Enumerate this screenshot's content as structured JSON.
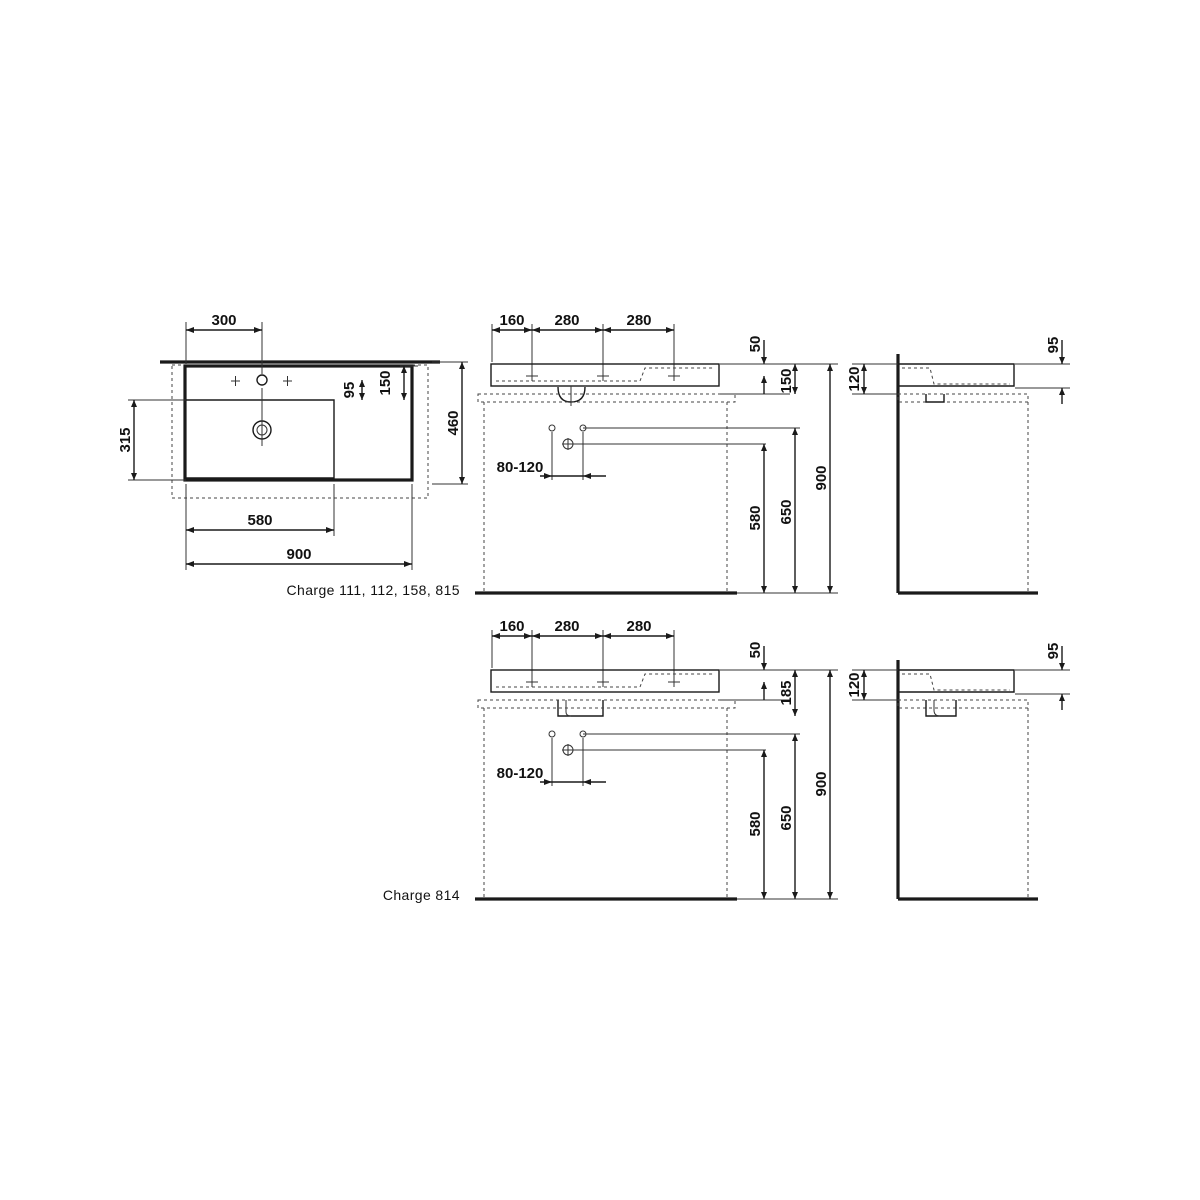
{
  "plan_view": {
    "dim_top_tap_offset": "300",
    "dim_tap_to_bowl": "95",
    "dim_shelf_depth": "150",
    "dim_bowl_depth": "315",
    "dim_total_depth": "460",
    "dim_bowl_width": "580",
    "dim_total_width": "900"
  },
  "elevation_1": {
    "dim_a": "160",
    "dim_b": "280",
    "dim_c": "280",
    "dim_rim": "50",
    "dim_basin_height": "150",
    "dim_waste_spacing": "80-120",
    "dim_waste_height": "580",
    "dim_supply_height": "650",
    "dim_total_height": "900",
    "caption": "Charge 111, 112, 158, 815"
  },
  "side_1": {
    "dim_rim_depth": "95",
    "dim_height": "120"
  },
  "elevation_2": {
    "dim_a": "160",
    "dim_b": "280",
    "dim_c": "280",
    "dim_rim": "50",
    "dim_basin_height": "185",
    "dim_waste_spacing": "80-120",
    "dim_waste_height": "580",
    "dim_supply_height": "650",
    "dim_total_height": "900",
    "caption": "Charge 814"
  },
  "side_2": {
    "dim_rim_depth": "95",
    "dim_height": "120"
  }
}
